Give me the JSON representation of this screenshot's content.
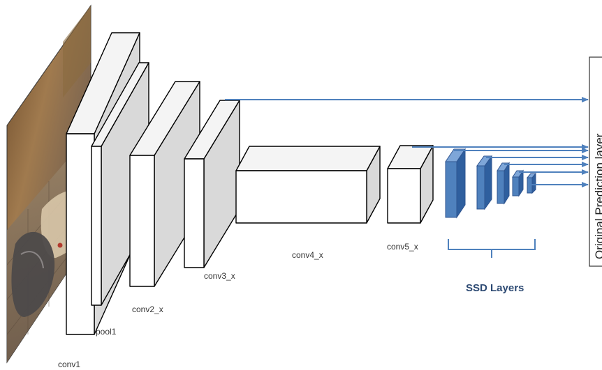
{
  "diagram": {
    "layers": {
      "conv1": "conv1",
      "pool1": "pool1",
      "conv2": "conv2_x",
      "conv3": "conv3_x",
      "conv4": "conv4_x",
      "conv5": "conv5_x"
    },
    "ssd_label": "SSD Layers",
    "prediction_label": "Original Prediction layer",
    "colors": {
      "arrow": "#4f81bd",
      "ssd_block": "#4f81bd",
      "ssd_label": "#2d4a73"
    },
    "input_image": "photo-of-cat-and-dog-on-tiled-floor"
  }
}
